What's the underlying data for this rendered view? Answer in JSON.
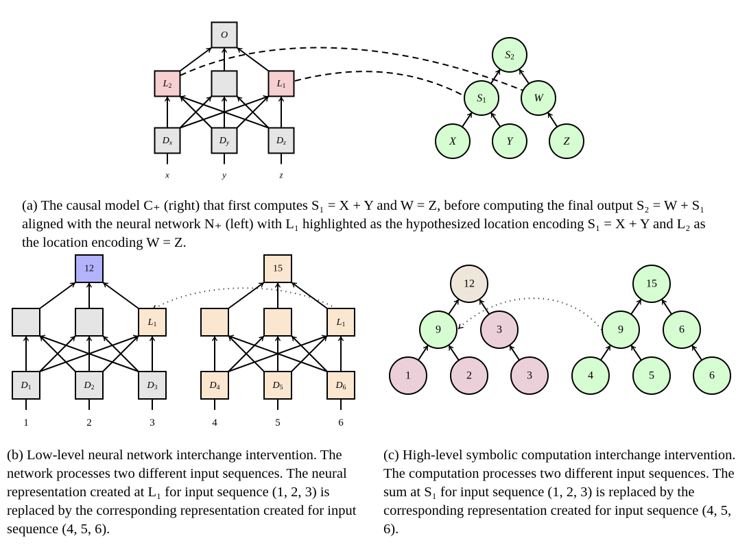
{
  "colors": {
    "gray_fill": "#e5e5e5",
    "pink_square_fill": "#f6cfd0",
    "green_circle_fill": "#d6fcd1",
    "purple_fill": "#b3b3fb",
    "peach_fill": "#fbe6cf",
    "tan_fill": "#efe6da",
    "mauve_fill": "#ecd0d9",
    "stroke": "#000000"
  },
  "panel_a": {
    "network": {
      "output": {
        "label": "O",
        "fill": "gray"
      },
      "hidden": [
        {
          "label": "L2",
          "fill": "pink"
        },
        {
          "label": "",
          "fill": "gray"
        },
        {
          "label": "L1",
          "fill": "pink"
        }
      ],
      "inputs": [
        {
          "label": "Dx",
          "fill": "gray"
        },
        {
          "label": "Dy",
          "fill": "gray"
        },
        {
          "label": "Dz",
          "fill": "gray"
        }
      ],
      "input_symbols": [
        "x",
        "y",
        "z"
      ]
    },
    "causal_model": {
      "root": "S2",
      "middle": [
        "S1",
        "W"
      ],
      "leaves": [
        "X",
        "Y",
        "Z"
      ]
    },
    "alignments": [
      {
        "from": "L2",
        "to": "W",
        "style": "dashed"
      },
      {
        "from": "L1",
        "to": "S1",
        "style": "dashed"
      }
    ],
    "caption": "(a) The causal model C₊ (right) that first computes S₁ = X + Y and W = Z, before computing the final output S₂ = W + S₁ aligned with the neural network N₊ (left) with L₁ highlighted as the hypothesized location encoding S₁ = X + Y and L₂ as the location encoding W = Z."
  },
  "panel_b": {
    "networks": [
      {
        "output": {
          "label": "12",
          "fill": "purple"
        },
        "hidden": [
          {
            "label": "",
            "fill": "gray"
          },
          {
            "label": "",
            "fill": "gray"
          },
          {
            "label": "L1",
            "fill": "peach"
          }
        ],
        "inputs": [
          {
            "label": "D1",
            "fill": "gray"
          },
          {
            "label": "D2",
            "fill": "gray"
          },
          {
            "label": "D3",
            "fill": "gray"
          }
        ],
        "input_values": [
          "1",
          "2",
          "3"
        ]
      },
      {
        "output": {
          "label": "15",
          "fill": "peach"
        },
        "hidden": [
          {
            "label": "",
            "fill": "peach"
          },
          {
            "label": "",
            "fill": "peach"
          },
          {
            "label": "L1",
            "fill": "peach"
          }
        ],
        "inputs": [
          {
            "label": "D4",
            "fill": "peach"
          },
          {
            "label": "D5",
            "fill": "peach"
          },
          {
            "label": "D6",
            "fill": "peach"
          }
        ],
        "input_values": [
          "4",
          "5",
          "6"
        ]
      }
    ],
    "intervention": {
      "from": "L1 (network 2)",
      "to": "L1 (network 1)",
      "style": "dotted"
    },
    "caption": "(b) Low-level neural network interchange intervention. The network processes two different input sequences. The neural representation created at L₁ for input sequence (1, 2, 3) is replaced by the corresponding representation created for input sequence (4, 5, 6)."
  },
  "panel_c": {
    "trees": [
      {
        "root": {
          "label": "12",
          "fill": "tan"
        },
        "middle": [
          {
            "label": "9",
            "fill": "green"
          },
          {
            "label": "3",
            "fill": "mauve"
          }
        ],
        "leaves": [
          {
            "label": "1",
            "fill": "mauve"
          },
          {
            "label": "2",
            "fill": "mauve"
          },
          {
            "label": "3",
            "fill": "mauve"
          }
        ]
      },
      {
        "root": {
          "label": "15",
          "fill": "green"
        },
        "middle": [
          {
            "label": "9",
            "fill": "green"
          },
          {
            "label": "6",
            "fill": "green"
          }
        ],
        "leaves": [
          {
            "label": "4",
            "fill": "green"
          },
          {
            "label": "5",
            "fill": "green"
          },
          {
            "label": "6",
            "fill": "green"
          }
        ]
      }
    ],
    "intervention": {
      "from": "9 (tree 2)",
      "to": "9 (tree 1)",
      "style": "dotted"
    },
    "caption": "(c) High-level symbolic computation interchange intervention. The computation processes two different input sequences. The sum at S₁ for input sequence (1, 2, 3) is replaced by the corresponding representation created for input sequence (4, 5, 6)."
  }
}
